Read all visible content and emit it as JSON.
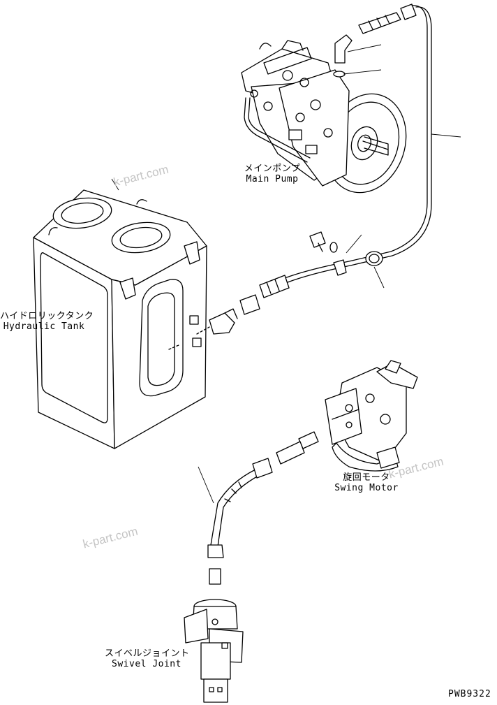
{
  "components": {
    "main_pump": {
      "jp": "メインポンプ",
      "en": "Main Pump"
    },
    "hydraulic_tank": {
      "jp": "ハイドロリックタンク",
      "en": "Hydraulic Tank"
    },
    "swing_motor": {
      "jp": "旋回モータ",
      "en": "Swing Motor"
    },
    "swivel_joint": {
      "jp": "スイベルジョイント",
      "en": "Swivel Joint"
    }
  },
  "drawing_code": "PWB9322",
  "watermarks": [
    "k-part.com",
    "k-part.com",
    "k-part.com"
  ]
}
